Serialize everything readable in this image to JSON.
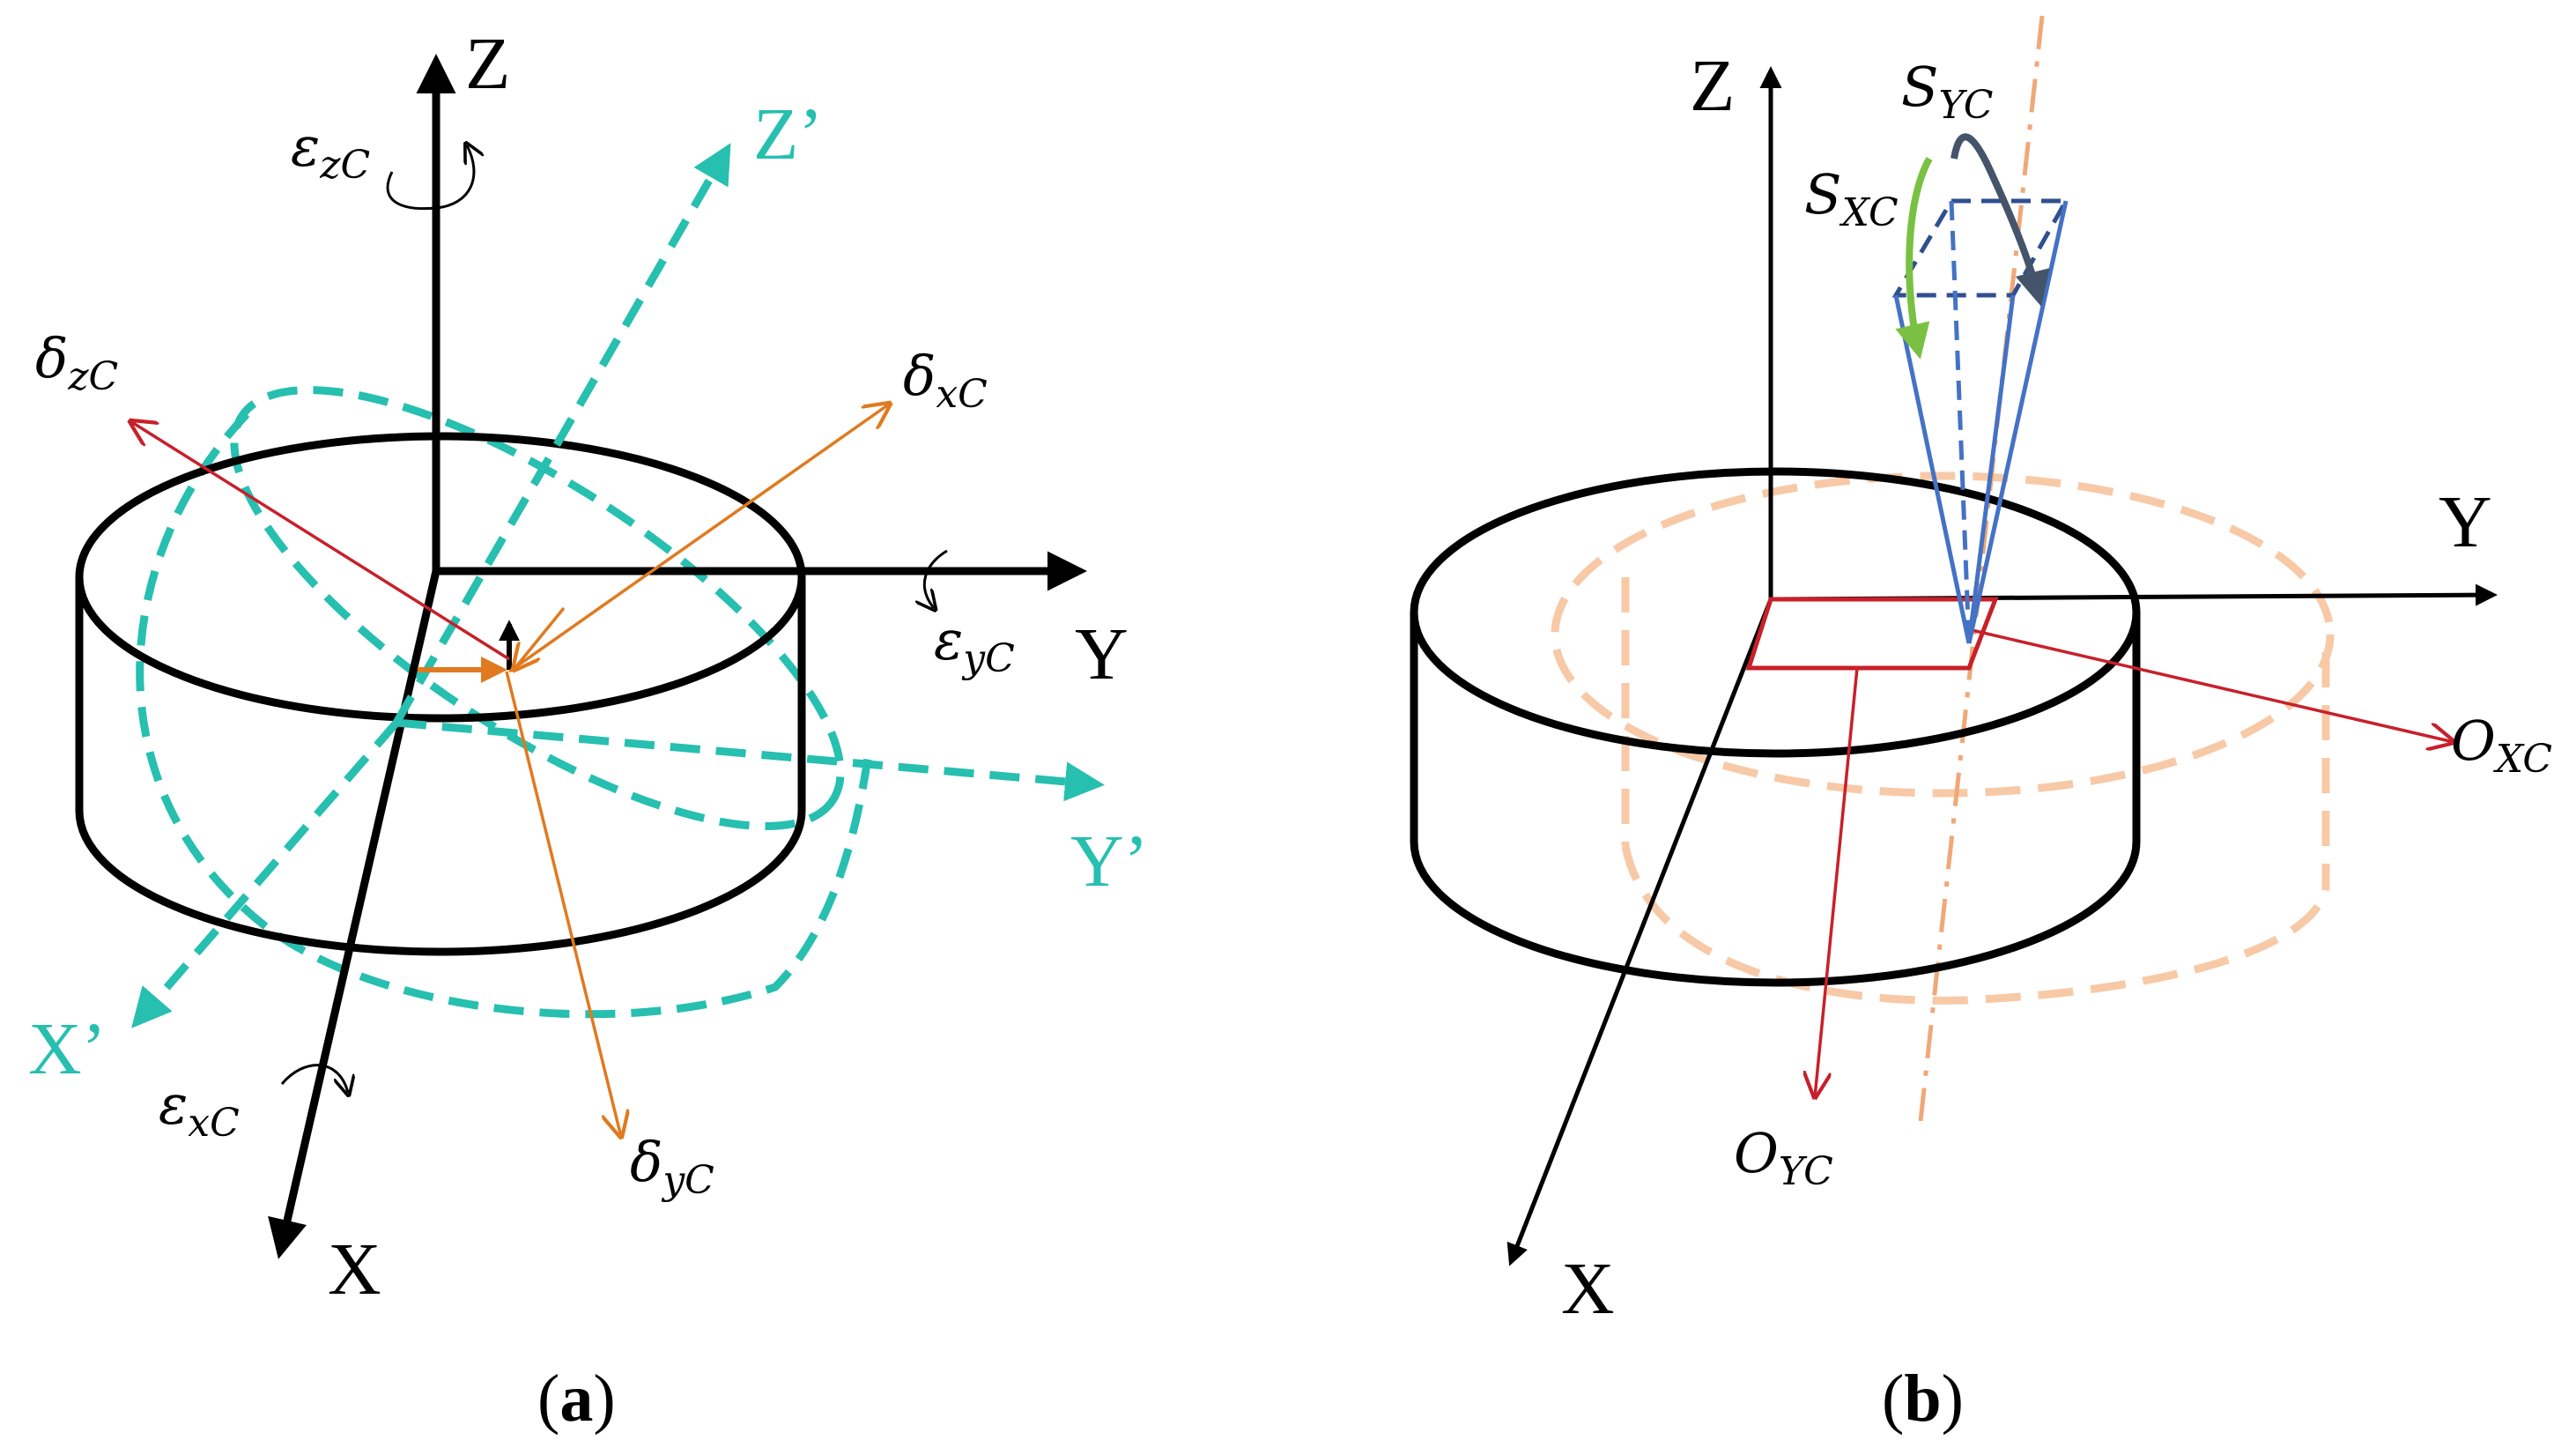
{
  "panel_a": {
    "axes": {
      "z": "Z",
      "y": "Y",
      "x": "X"
    },
    "rotated_axes": {
      "z": "Z’",
      "y": "Y’",
      "x": "X’"
    },
    "symbols": {
      "eps_z": {
        "base": "ε",
        "sub": "zC"
      },
      "eps_y": {
        "base": "ε",
        "sub": "yC"
      },
      "eps_x": {
        "base": "ε",
        "sub": "xC"
      },
      "delta_z": {
        "base": "δ",
        "sub": "zC"
      },
      "delta_x": {
        "base": "δ",
        "sub": "xC"
      },
      "delta_y": {
        "base": "δ",
        "sub": "yC"
      }
    },
    "caption": {
      "open": "(",
      "letter": "a",
      "close": ")"
    }
  },
  "panel_b": {
    "axes": {
      "z": "Z",
      "y": "Y",
      "x": "X"
    },
    "symbols": {
      "s_y": {
        "base": "S",
        "sub": "YC"
      },
      "s_x": {
        "base": "S",
        "sub": "XC"
      },
      "o_x": {
        "base": "O",
        "sub": "XC"
      },
      "o_y": {
        "base": "O",
        "sub": "YC"
      }
    },
    "caption": {
      "open": "(",
      "letter": "b",
      "close": ")"
    }
  },
  "colors": {
    "axis": "#000000",
    "teal": "#26bfb0",
    "orange_arrow": "#e07a1f",
    "red_arrow": "#c8202a",
    "peach": "#f7c9a6",
    "orange_dashdot": "#f0a878",
    "blue": "#4472c4",
    "dark_blue": "#2f4f8f",
    "green": "#7ac143",
    "slate": "#44546a"
  }
}
